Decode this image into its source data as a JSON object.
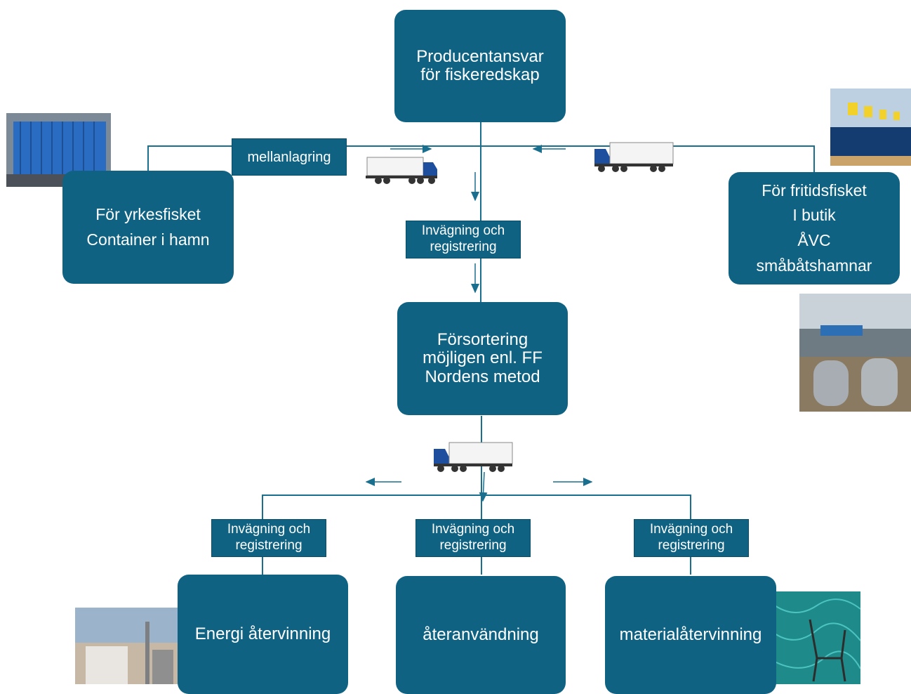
{
  "nodes": {
    "top": [
      "Producentansvar",
      "för fiskeredskap"
    ],
    "yrkes": [
      "För yrkesfisket",
      "Container i hamn"
    ],
    "fritid": [
      "För fritidsfisket",
      "I butik",
      "ÅVC",
      "småbåtshamnar"
    ],
    "sort": [
      "Försortering",
      "möjligen enl. FF",
      "Nordens metod"
    ],
    "energi": "Energi återvinning",
    "ater": "återanvändning",
    "material": "materialåtervinning"
  },
  "labels": {
    "mellan": "mellanlagring",
    "weigh": [
      "Invägning och",
      "registrering"
    ]
  },
  "colors": {
    "box": "#0f6282",
    "line": "#1a6f8f"
  }
}
